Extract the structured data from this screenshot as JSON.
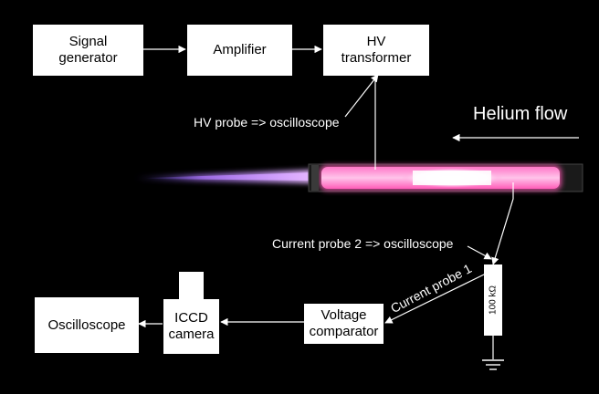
{
  "boxes": {
    "signal_generator": "Signal\ngenerator",
    "amplifier": "Amplifier",
    "hv_transformer": "HV\ntransformer",
    "oscilloscope": "Oscilloscope",
    "iccd_camera": "ICCD\ncamera",
    "voltage_comparator": "Voltage\ncomparator"
  },
  "labels": {
    "helium_flow": "Helium flow",
    "hv_probe": "HV probe => oscilloscope",
    "current_probe_2": "Current probe 2 => oscilloscope",
    "current_probe_1": "Current probe 1",
    "resistor": "100 kΩ"
  },
  "colors": {
    "background": "#000000",
    "boxes": "#ffffff",
    "lines": "#ffffff",
    "plasma_core": "#ffffff",
    "plasma_glow": "#ff6fd0",
    "plume": "#b070ff"
  }
}
